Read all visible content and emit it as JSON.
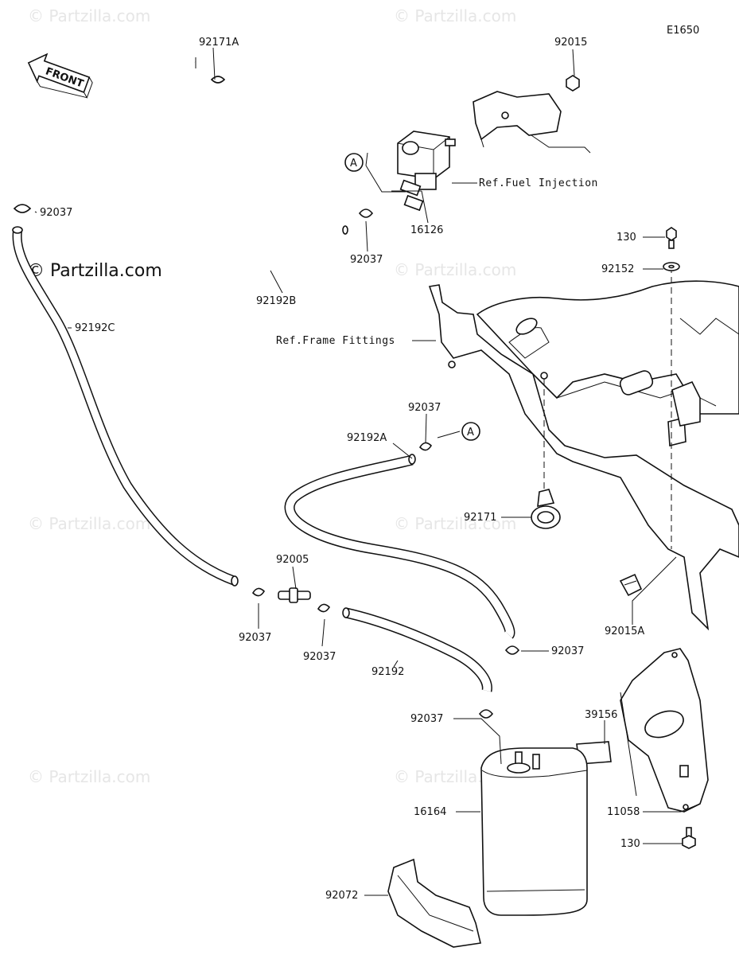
{
  "diagram_code": "E1650",
  "front_label": "FRONT",
  "watermarks": {
    "small": "© Partzilla.com",
    "large": "© Partzilla.com"
  },
  "refs": {
    "fuel_injection": "Ref.Fuel Injection",
    "frame_fittings": "Ref.Frame Fittings"
  },
  "callouts": {
    "a_top": "A",
    "a_mid": "A"
  },
  "labels": {
    "p92171A": "92171A",
    "p92015": "92015",
    "p92037_left": "92037",
    "p92037_valve": "92037",
    "p16126": "16126",
    "p92192B": "92192B",
    "p92192C": "92192C",
    "p130_top": "130",
    "p92152": "92152",
    "p92037_mid": "92037",
    "p92192A": "92192A",
    "p92171": "92171",
    "p92005": "92005",
    "p92037_b1": "92037",
    "p92037_b2": "92037",
    "p92192": "92192",
    "p92037_right": "92037",
    "p92015A": "92015A",
    "p39156": "39156",
    "p92037_canister": "92037",
    "p16164": "16164",
    "p11058": "11058",
    "p130_bottom": "130",
    "p92072": "92072"
  }
}
